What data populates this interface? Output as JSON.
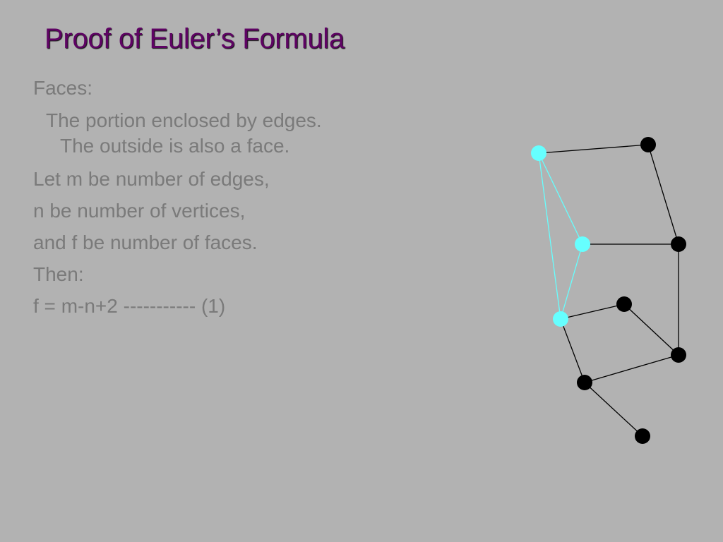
{
  "slide": {
    "title": "Proof of Euler’s Formula",
    "lines": [
      "Faces:",
      "The portion enclosed by edges. The outside is also a face.",
      "Let m be number of edges,",
      "n be number of vertices,",
      "and f be number of faces.",
      "Then:",
      "f = m-n+2 ----------- (1)"
    ]
  },
  "colors": {
    "background": "#b2b2b2",
    "title": "#5e0363",
    "body_text": "#7a7a7a",
    "vertex_black": "#000000",
    "vertex_highlight": "#66ffff",
    "edge_black": "#000000",
    "edge_highlight": "#66ffff"
  },
  "graph": {
    "vertex_count": 9,
    "highlighted_vertices": [
      "v1",
      "v4",
      "v6"
    ],
    "edges": [
      [
        "v1",
        "v2",
        "black"
      ],
      [
        "v2",
        "v3",
        "black"
      ],
      [
        "v4",
        "v3",
        "black"
      ],
      [
        "v3",
        "v7",
        "black"
      ],
      [
        "v6",
        "v5",
        "black"
      ],
      [
        "v5",
        "v7",
        "black"
      ],
      [
        "v7",
        "v8",
        "black"
      ],
      [
        "v6",
        "v8",
        "black"
      ],
      [
        "v8",
        "v9",
        "black"
      ],
      [
        "v1",
        "v4",
        "cyan"
      ],
      [
        "v4",
        "v6",
        "cyan"
      ],
      [
        "v1",
        "v6",
        "cyan"
      ]
    ]
  }
}
